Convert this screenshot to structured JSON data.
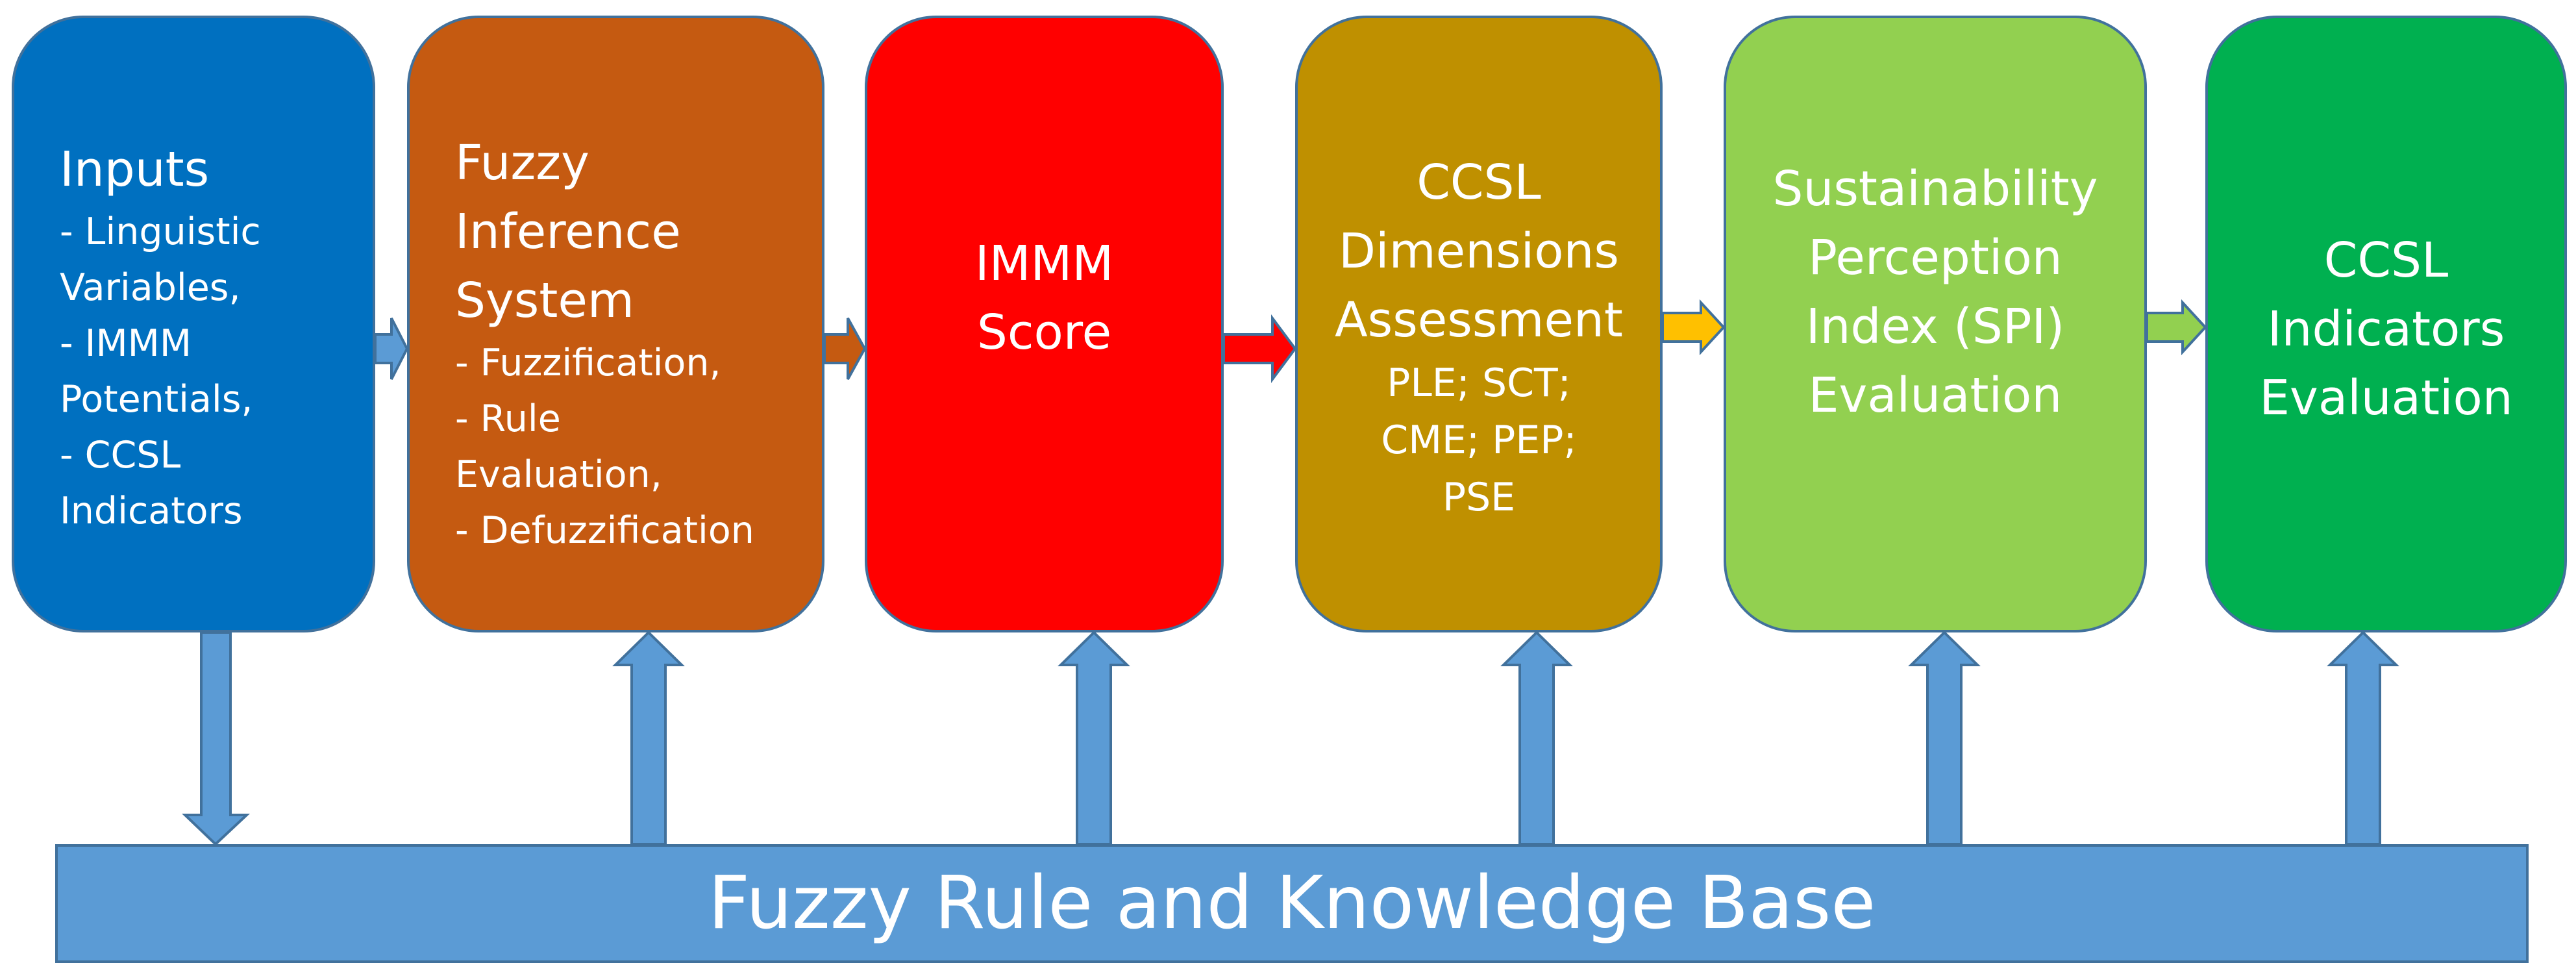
{
  "colors": {
    "inputs": "#0070c0",
    "fuzzy_inference": "#c55a11",
    "immm": "#ff0000",
    "ccsl_dimensions": "#bf9000",
    "spi": "#92d050",
    "ccsl_indicators": "#00b050",
    "knowledge_base": "#5b9bd5",
    "outline": "#41719c"
  },
  "boxes": {
    "inputs": {
      "title": "Inputs",
      "lines": [
        "- Linguistic",
        "Variables,",
        "- IMMM",
        "Potentials,",
        "- CCSL",
        "Indicators"
      ]
    },
    "fuzzy_inference": {
      "title_lines": [
        "Fuzzy",
        "Inference",
        "System"
      ],
      "lines": [
        "- Fuzzification,",
        "- Rule",
        "Evaluation,",
        "- Defuzzification"
      ]
    },
    "immm": {
      "title_lines": [
        "IMMM",
        "Score"
      ]
    },
    "ccsl_dimensions": {
      "title_lines": [
        "CCSL",
        "Dimensions",
        "Assessment"
      ],
      "lines": [
        "PLE; SCT;",
        "CME; PEP;",
        "PSE"
      ]
    },
    "spi": {
      "title_lines": [
        "Sustainability",
        "Perception",
        "Index (SPI)",
        "Evaluation"
      ]
    },
    "ccsl_indicators": {
      "title_lines": [
        "CCSL",
        "Indicators",
        "Evaluation"
      ]
    }
  },
  "knowledge_base": {
    "label": "Fuzzy Rule and Knowledge Base"
  }
}
